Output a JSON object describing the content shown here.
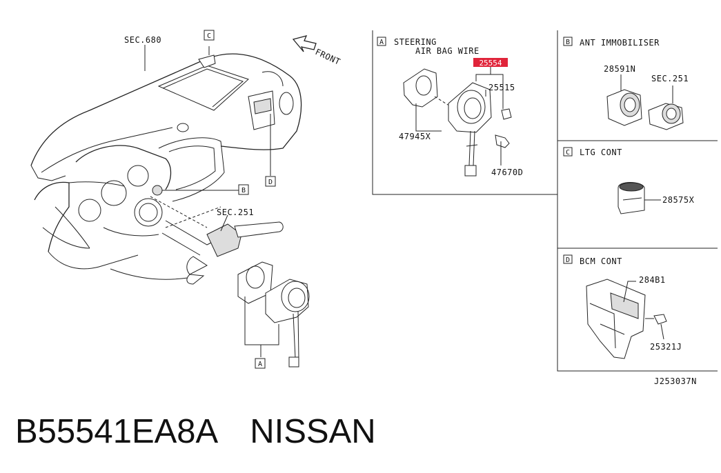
{
  "main_view": {
    "sec_680": "SEC.680",
    "front": "FRONT",
    "sec_251": "SEC.251",
    "callout_a": "A",
    "callout_b": "B",
    "callout_c": "C",
    "callout_d": "D"
  },
  "panel_a": {
    "letter": "A",
    "title_line1": "STEERING",
    "title_line2": "AIR BAG WIRE",
    "highlight_part": "25554",
    "parts": [
      "25515",
      "47945X",
      "47670D"
    ]
  },
  "panel_b": {
    "letter": "B",
    "title": "ANT IMMOBILISER",
    "parts": [
      "28591N",
      "SEC.251"
    ]
  },
  "panel_c": {
    "letter": "C",
    "title": "LTG CONT",
    "parts": [
      "28575X"
    ]
  },
  "panel_d": {
    "letter": "D",
    "title": "BCM  CONT",
    "parts": [
      "284B1",
      "25321J"
    ]
  },
  "diagram_code": "J253037N",
  "caption": {
    "part_number": "B55541EA8A",
    "brand": "NISSAN"
  },
  "colors": {
    "highlight": "#e0243a",
    "line": "#222222"
  }
}
